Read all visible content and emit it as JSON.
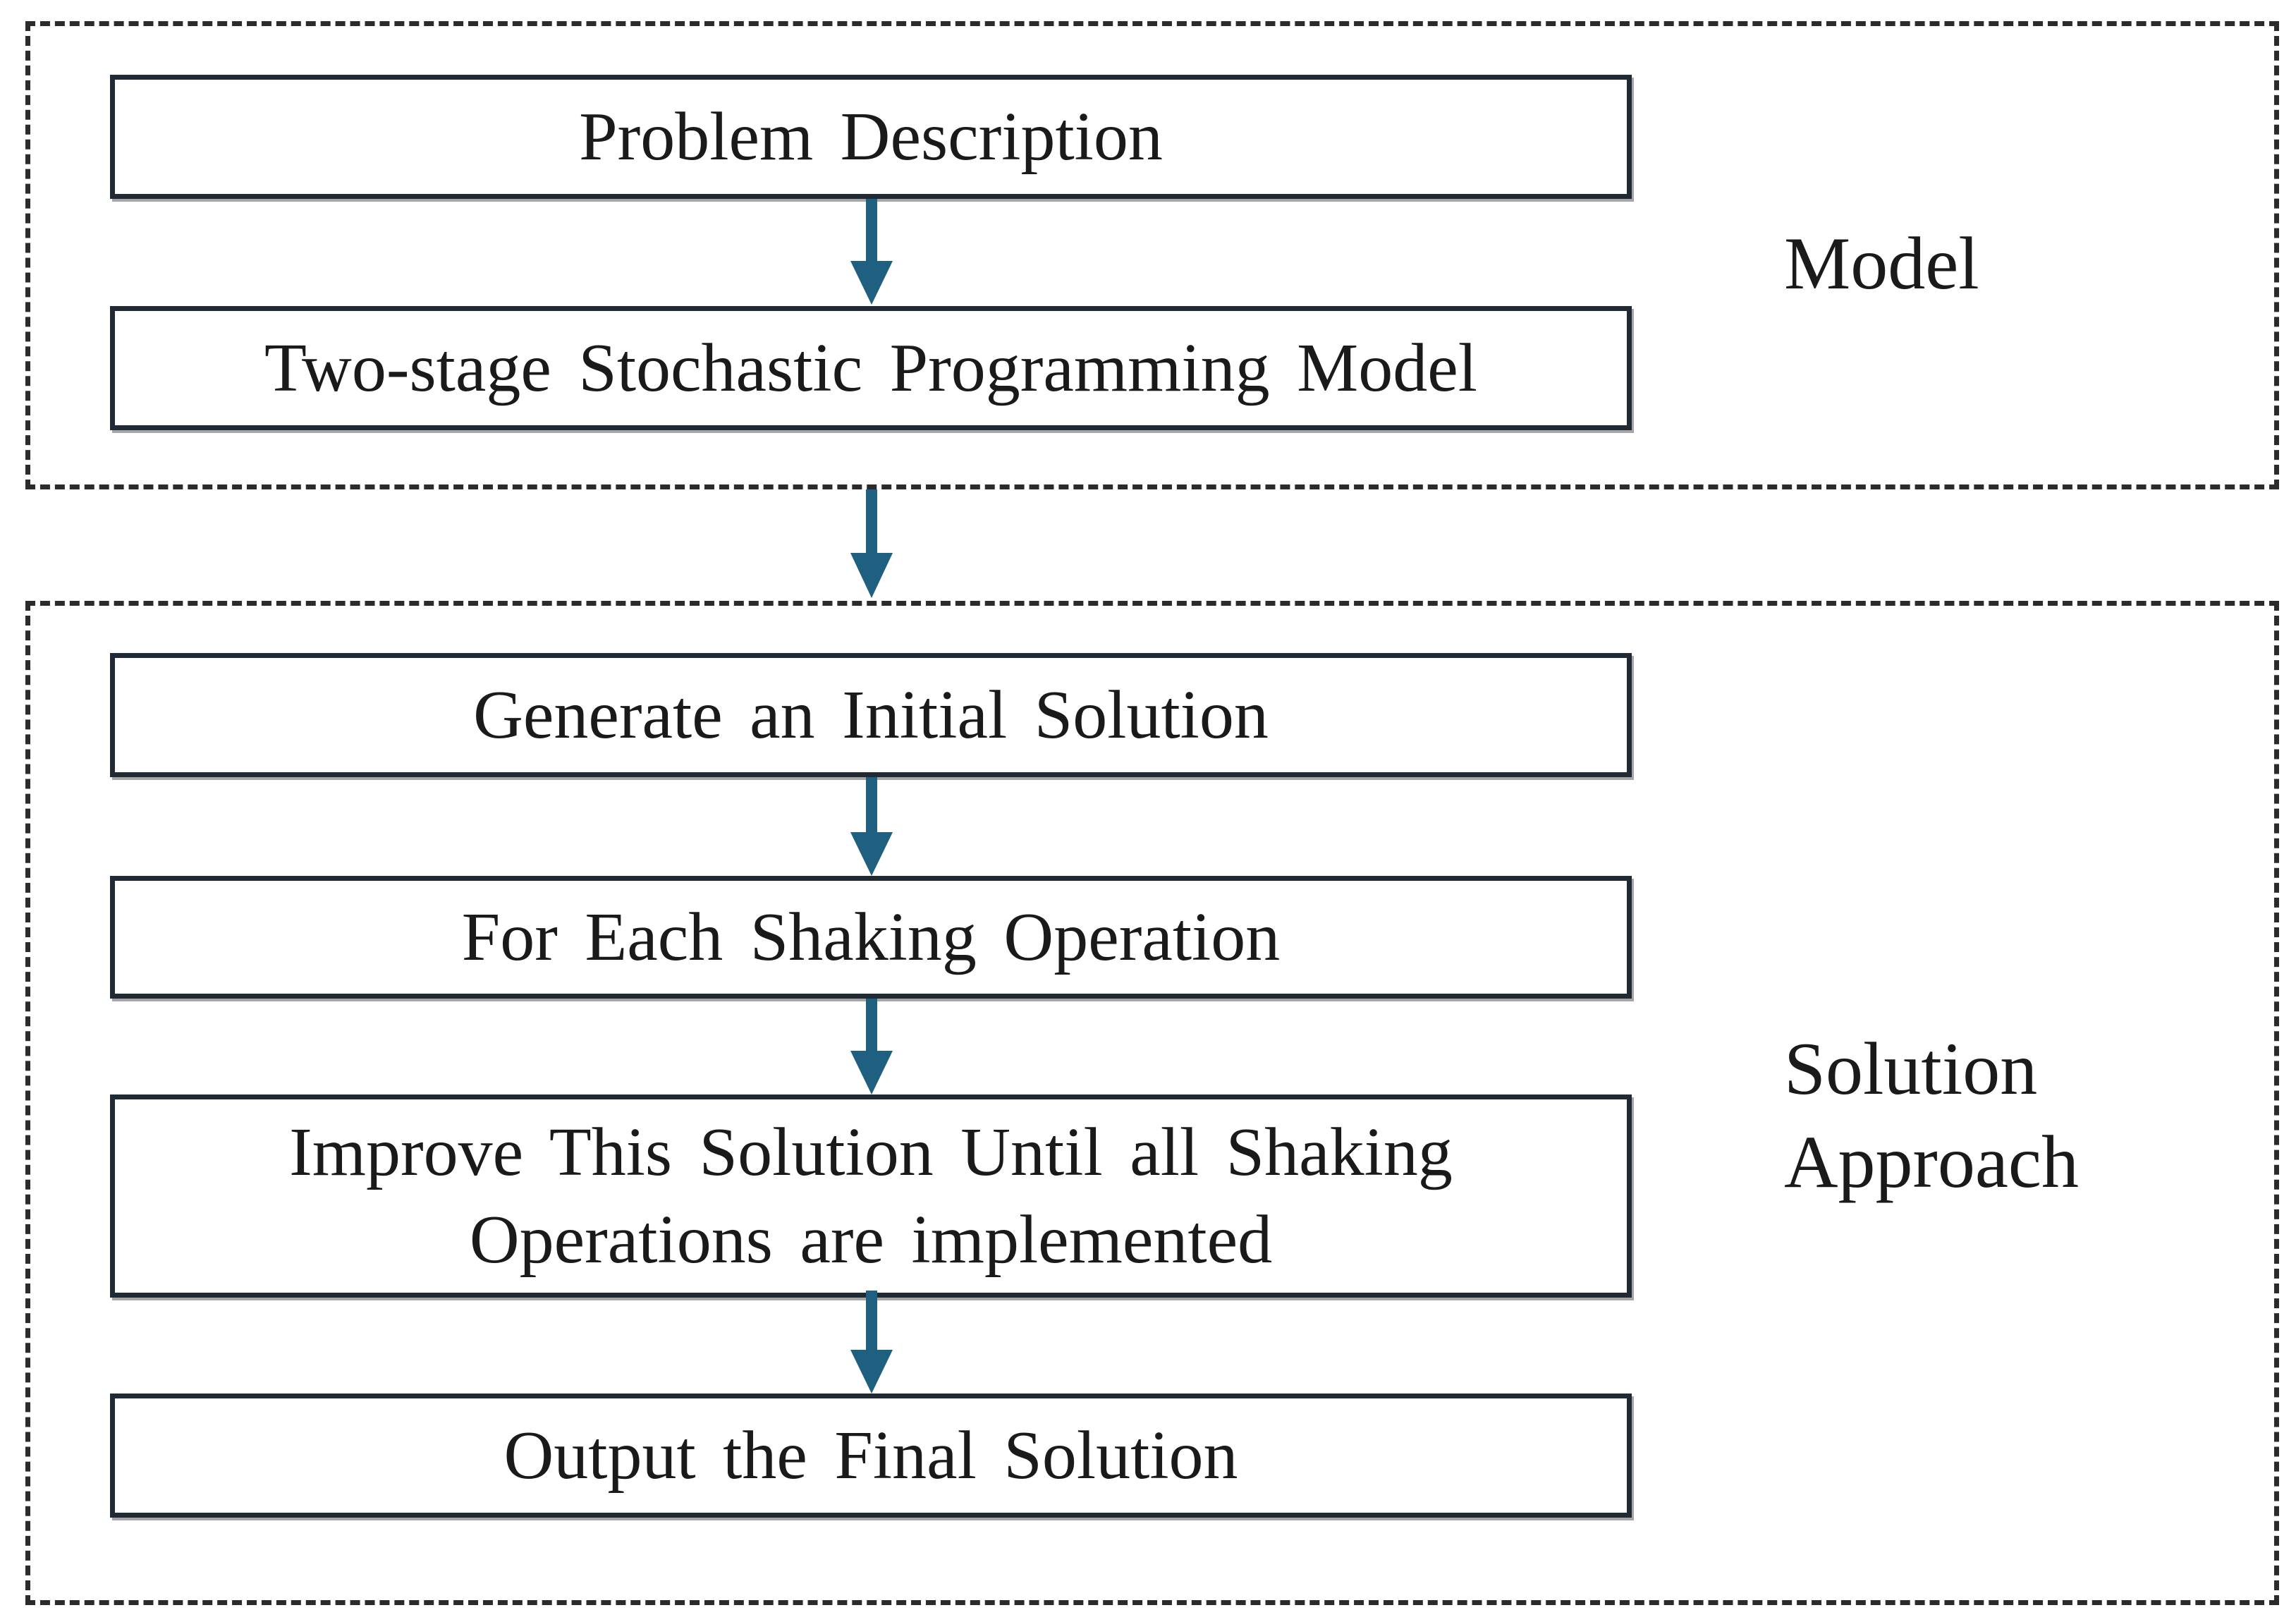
{
  "groups": [
    {
      "id": "model",
      "label": "Model"
    },
    {
      "id": "solution",
      "label_lines": [
        "Solution",
        "Approach"
      ]
    }
  ],
  "steps": [
    {
      "id": "problem-description",
      "label": "Problem Description"
    },
    {
      "id": "two-stage-model",
      "label": "Two-stage Stochastic Programming Model"
    },
    {
      "id": "generate-initial-solution",
      "label": "Generate an Initial Solution"
    },
    {
      "id": "for-each-shaking-operation",
      "label": "For Each Shaking Operation"
    },
    {
      "id": "improve-solution",
      "label_lines": [
        "Improve This Solution Until all Shaking",
        "Operations are implemented"
      ]
    },
    {
      "id": "output-final-solution",
      "label": "Output the Final Solution"
    }
  ],
  "colors": {
    "arrow": "#1f5f80",
    "box_border": "#1f2a35",
    "group_border": "#2b2b2b",
    "text": "#1a1a1a"
  }
}
